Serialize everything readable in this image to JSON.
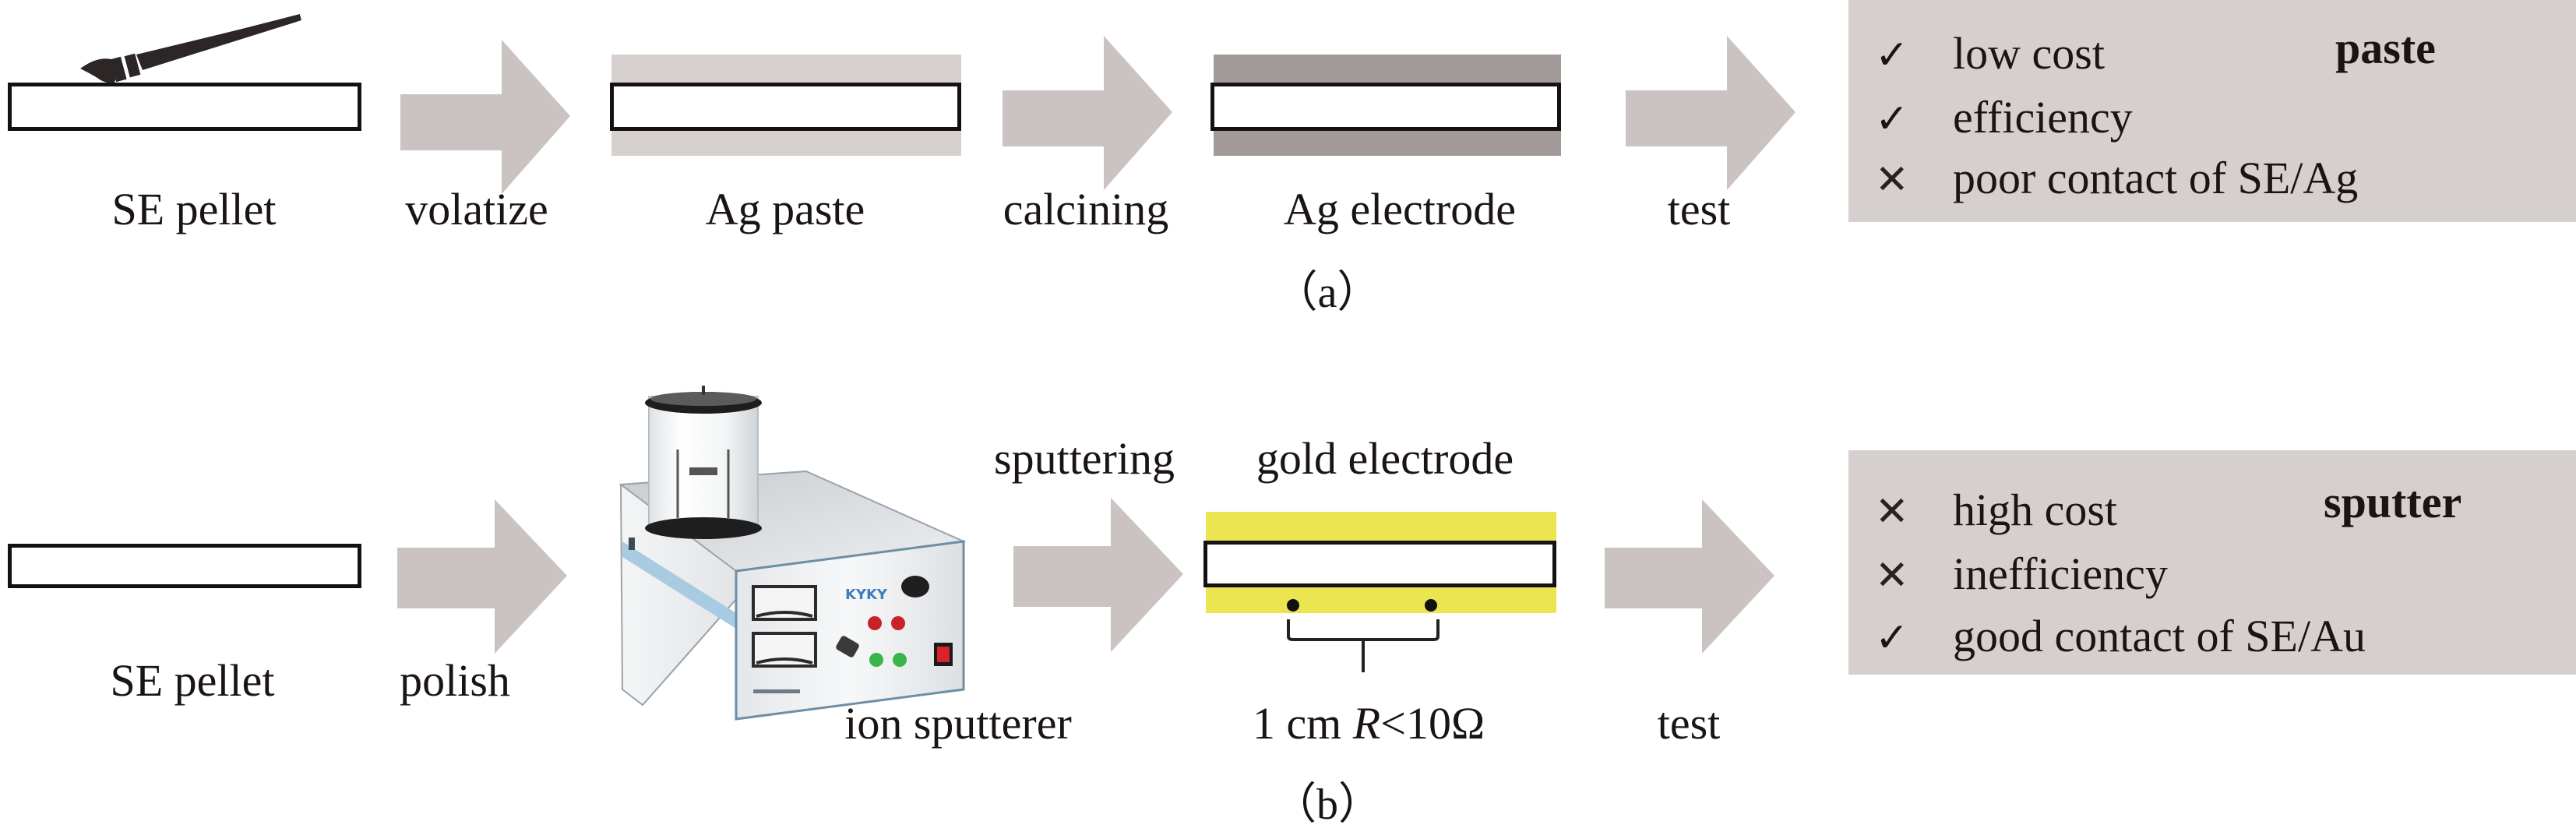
{
  "colors": {
    "arrow": "#cac3c1",
    "paste_band": "#d6d0cf",
    "silver_electrode_band": "#a29a98",
    "gold_electrode_band": "#eae551",
    "panel_background": "#d5cfce",
    "pellet_border": "#161111"
  },
  "row_a": {
    "steps": [
      {
        "label": "SE pellet",
        "icon": "paint-brush-icon"
      },
      {
        "label": "volatize",
        "type": "arrow"
      },
      {
        "label": "Ag paste"
      },
      {
        "label": "calcining",
        "type": "arrow"
      },
      {
        "label": "Ag electrode"
      },
      {
        "label": "test",
        "type": "arrow"
      }
    ],
    "caption": "（a）",
    "panel": {
      "title": "paste",
      "items": [
        {
          "mark": "check",
          "symbol": "✓",
          "text": "low cost"
        },
        {
          "mark": "check",
          "symbol": "✓",
          "text": "efficiency"
        },
        {
          "mark": "cross",
          "symbol": "✕",
          "text": "poor contact of SE/Ag"
        }
      ]
    }
  },
  "row_b": {
    "steps": [
      {
        "label": "SE pellet"
      },
      {
        "label": "polish",
        "type": "arrow"
      },
      {
        "label": "ion sputterer",
        "icon": "ion-sputterer-device-icon",
        "brand": "KYKY"
      },
      {
        "label": "sputtering",
        "type": "arrow"
      },
      {
        "label": "gold electrode"
      },
      {
        "label": "test",
        "type": "arrow"
      }
    ],
    "measurement": {
      "distance": "1 cm",
      "symbol": "R",
      "condition": "<10Ω"
    },
    "caption": "（b）",
    "panel": {
      "title": "sputter",
      "items": [
        {
          "mark": "cross",
          "symbol": "✕",
          "text": "high cost"
        },
        {
          "mark": "cross",
          "symbol": "✕",
          "text": "inefficiency"
        },
        {
          "mark": "check",
          "symbol": "✓",
          "text": "good contact of SE/Au"
        }
      ]
    }
  }
}
